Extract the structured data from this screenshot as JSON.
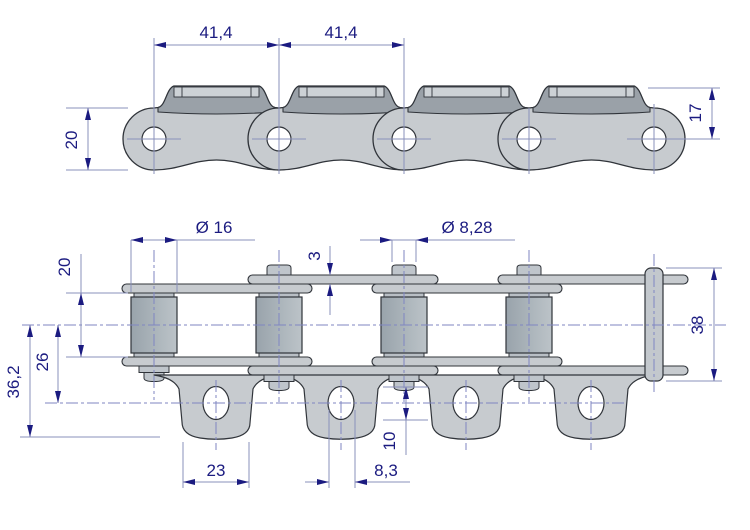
{
  "drawing": {
    "type": "technical-drawing",
    "subject": "Roller chain with bent attachments and oval holes, two projection views",
    "views": {
      "side_view": "chain side elevation with attachment tabs on top",
      "plan_view": "chain view with rollers, pins and bent attachment tabs with oval holes"
    }
  },
  "dimensions": {
    "side_view": {
      "pitch_left": "41,4",
      "pitch_right": "41,4",
      "plate_height": "20",
      "top_to_center": "17"
    },
    "plan_view": {
      "roller_diameter": "Ø 16",
      "pin_diameter": "Ø 8,28",
      "plate_thickness": "3",
      "inner_width": "20",
      "hole_offset": "26",
      "attachment_reach": "36,2",
      "pin_length": "38",
      "hole_length": "10",
      "attachment_width": "23",
      "hole_width": "8,3"
    }
  },
  "colors": {
    "background": "#ffffff",
    "metal_light": "#c7cbcf",
    "metal_mid": "#a8b1b8",
    "metal_dark": "#9aa1a8",
    "outline": "#30343a",
    "dimension_line": "#8a90bb",
    "dimension_text": "#1b1b80"
  }
}
